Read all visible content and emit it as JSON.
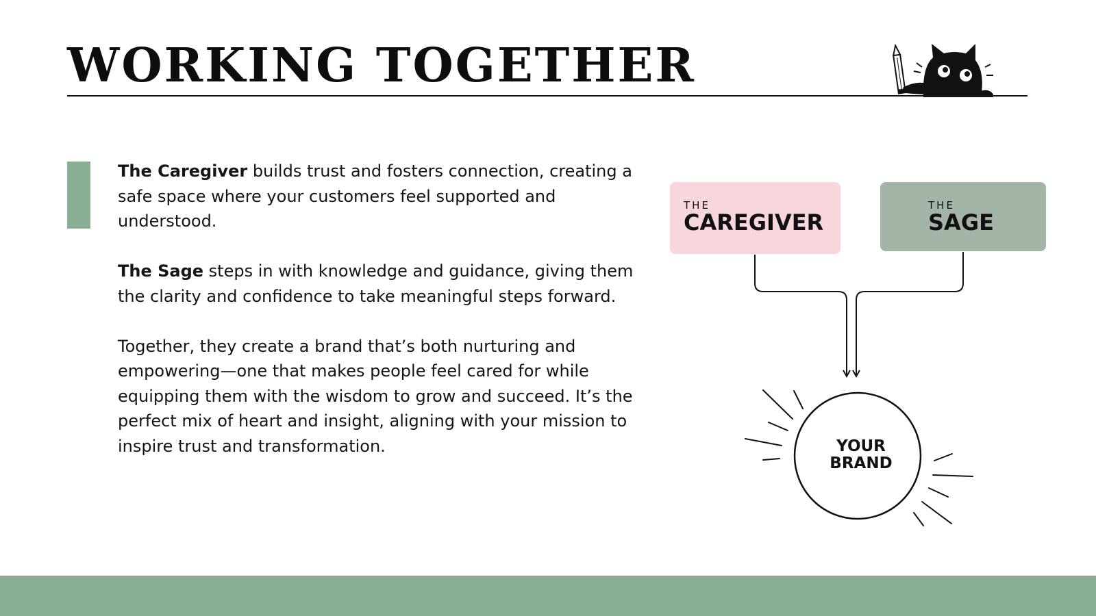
{
  "title": "WORKING TOGETHER",
  "colors": {
    "accent_green": "#8aae93",
    "caregiver_pink": "#f7d6dc",
    "sage_green": "#a2b5a6",
    "text_dark": "#111111"
  },
  "paragraphs": [
    {
      "bold": "The Caregiver",
      "text": " builds trust and fosters connection, creating a safe space where your customers feel supported and understood."
    },
    {
      "bold": "The Sage",
      "text": " steps in with knowledge and guidance, giving them the clarity and confidence to take meaningful steps forward."
    },
    {
      "bold": "",
      "text": "Together, they create a brand that’s both nurturing and empowering—one that makes people feel cared for while equipping them with the wisdom to grow and succeed. It’s the perfect mix of heart and insight, aligning with your mission to inspire trust and transformation."
    }
  ],
  "diagram": {
    "caregiver": {
      "small": "THE",
      "big": "CAREGIVER"
    },
    "sage": {
      "small": "THE",
      "big": "SAGE"
    },
    "brand": {
      "line1": "YOUR",
      "line2": "BRAND"
    }
  },
  "icons": {
    "mascot": "cat-with-pencil-icon"
  }
}
